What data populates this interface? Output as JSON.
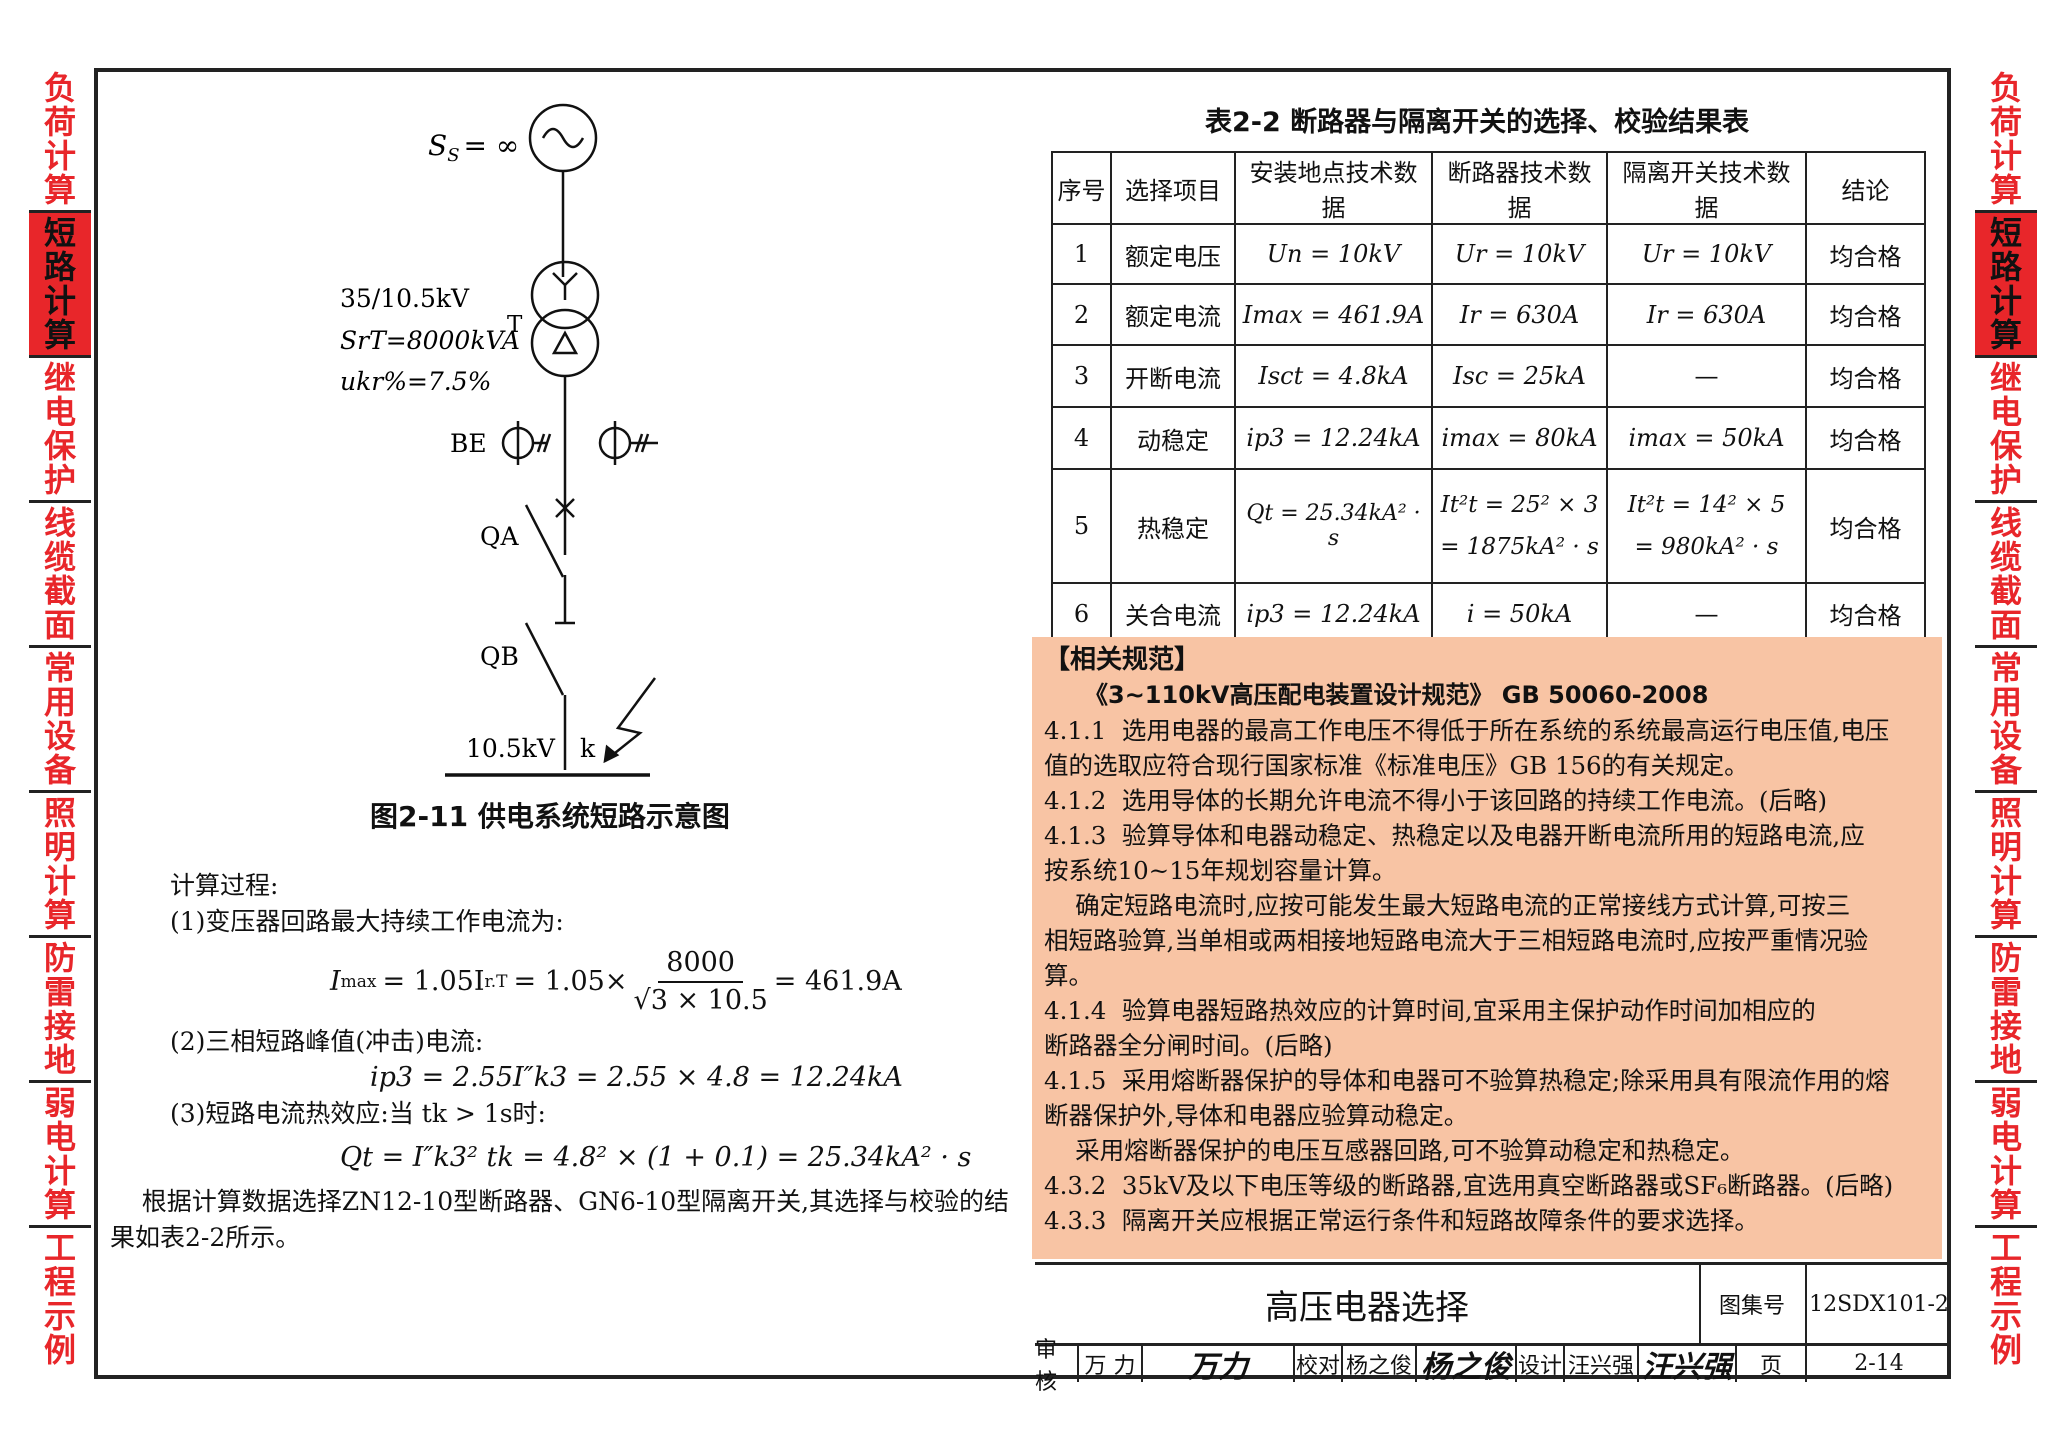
{
  "side_tabs": [
    {
      "label": "负荷计算",
      "active": false
    },
    {
      "label": "短路计算",
      "active": true
    },
    {
      "label": "继电保护",
      "active": false
    },
    {
      "label": "线缆截面",
      "active": false
    },
    {
      "label": "常用设备",
      "active": false
    },
    {
      "label": "照明计算",
      "active": false
    },
    {
      "label": "防雷接地",
      "active": false
    },
    {
      "label": "弱电计算",
      "active": false
    },
    {
      "label": "工程示例",
      "active": false
    }
  ],
  "diagram": {
    "source_label": "S",
    "source_sub": "S",
    "source_value": "= ∞",
    "transformer_ratio": "35/10.5kV",
    "transformer_rating": "SrT=8000kVA",
    "transformer_uk": "ukr%=7.5%",
    "transformer_label": "T",
    "be_label": "BE",
    "qa_label": "QA",
    "qb_label": "QB",
    "bus_voltage": "10.5kV",
    "fault_label": "k",
    "caption": "图2-11  供电系统短路示意图"
  },
  "calc": {
    "heading": "计算过程:",
    "step1": "(1)变压器回路最大持续工作电流为:",
    "formula1_lhs": "I",
    "formula1_lhs_sub": "max",
    "formula1_mid": "= 1.05I",
    "formula1_mid_sub": "r.T",
    "formula1_mid2": "= 1.05×",
    "formula1_num": "8000",
    "formula1_den": "√3 × 10.5",
    "formula1_res": "= 461.9A",
    "step2": "(2)三相短路峰值(冲击)电流:",
    "formula2": "ip3 = 2.55I″k3 = 2.55 × 4.8 = 12.24kA",
    "step3": "(3)短路电流热效应:当 tk > 1s时:",
    "formula3": "Qt = I″k3² tk = 4.8² × (1 + 0.1) = 25.34kA² · s",
    "conclusion_line1": "    根据计算数据选择ZN12-10型断路器、GN6-10型隔离开关,其选择与校验的结",
    "conclusion_line2": "果如表2-2所示。"
  },
  "table": {
    "title": "表2-2  断路器与隔离开关的选择、校验结果表",
    "headers": [
      "序号",
      "选择项目",
      "安装地点技术数据",
      "断路器技术数据",
      "隔离开关技术数据",
      "结论"
    ],
    "rows": [
      [
        "1",
        "额定电压",
        "Un = 10kV",
        "Ur = 10kV",
        "Ur = 10kV",
        "均合格"
      ],
      [
        "2",
        "额定电流",
        "Imax = 461.9A",
        "Ir = 630A",
        "Ir = 630A",
        "均合格"
      ],
      [
        "3",
        "开断电流",
        "Isct = 4.8kA",
        "Isc = 25kA",
        "—",
        "均合格"
      ],
      [
        "4",
        "动稳定",
        "ip3 = 12.24kA",
        "imax = 80kA",
        "imax = 50kA",
        "均合格"
      ],
      [
        "5",
        "热稳定",
        "Qt = 25.34kA² · s",
        "It²t = 25² × 3\n= 1875kA² · s",
        "It²t = 14² × 5\n= 980kA² · s",
        "均合格"
      ],
      [
        "6",
        "关合电流",
        "ip3 = 12.24kA",
        "i = 50kA",
        "—",
        "均合格"
      ]
    ]
  },
  "norms": {
    "heading": "【相关规范】",
    "standard": "《3~110kV高压配电装置设计规范》 GB 50060-2008",
    "lines": [
      "4.1.1  选用电器的最高工作电压不得低于所在系统的系统最高运行电压值,电压",
      "值的选取应符合现行国家标准《标准电压》GB 156的有关规定。",
      "4.1.2  选用导体的长期允许电流不得小于该回路的持续工作电流。(后略)",
      "4.1.3  验算导体和电器动稳定、热稳定以及电器开断电流所用的短路电流,应",
      "按系统10~15年规划容量计算。",
      "    确定短路电流时,应按可能发生最大短路电流的正常接线方式计算,可按三",
      "相短路验算,当单相或两相接地短路电流大于三相短路电流时,应按严重情况验",
      "算。",
      "4.1.4  验算电器短路热效应的计算时间,宜采用主保护动作时间加相应的",
      "断路器全分闸时间。(后略)",
      "4.1.5  采用熔断器保护的导体和电器可不验算热稳定;除采用具有限流作用的熔",
      "断器保护外,导体和电器应验算动稳定。",
      "    采用熔断器保护的电压互感器回路,可不验算动稳定和热稳定。",
      "4.3.2  35kV及以下电压等级的断路器,宜选用真空断路器或SF₆断路器。(后略)",
      "4.3.3  隔离开关应根据正常运行条件和短路故障条件的要求选择。"
    ]
  },
  "title_block": {
    "title": "高压电器选择",
    "atlas_label": "图集号",
    "atlas_value": "12SDX101-2",
    "review_label": "审核",
    "review_name": "万 力",
    "review_sign": "万力",
    "check_label": "校对",
    "check_name": "杨之俊",
    "check_sign": "杨之俊",
    "design_label": "设计",
    "design_name": "汪兴强",
    "design_sign": "汪兴强",
    "page_label": "页",
    "page_value": "2-14"
  }
}
